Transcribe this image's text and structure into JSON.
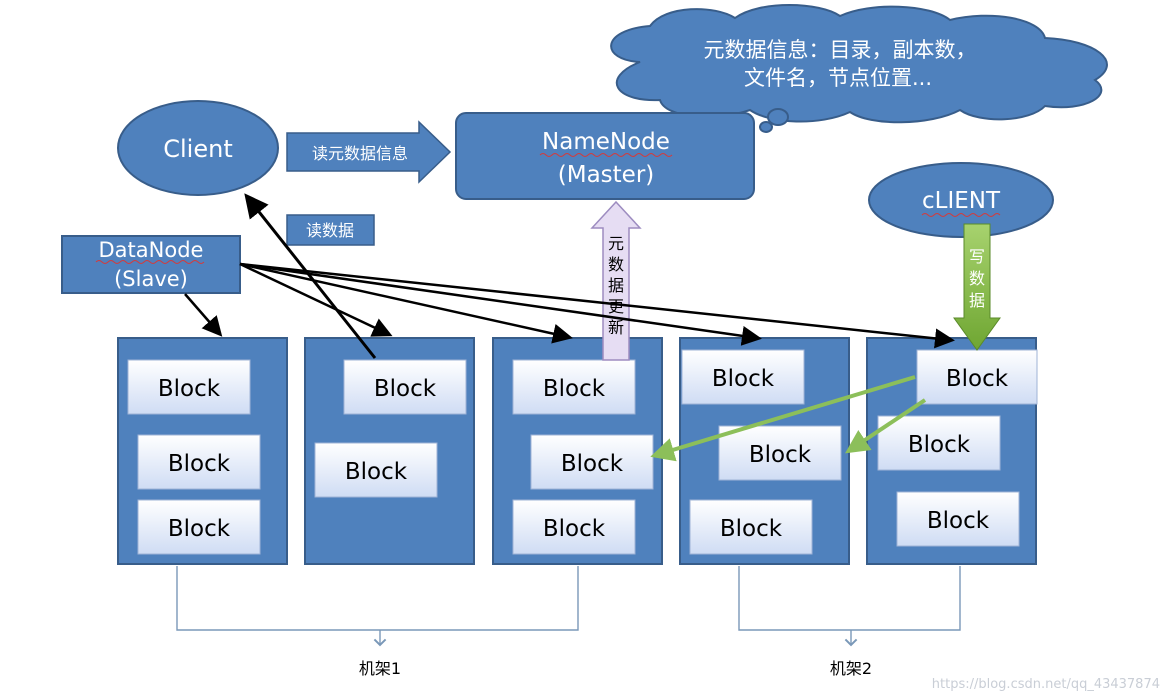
{
  "cloud_text": [
    "元数据信息：目录，副本数，",
    "文件名，节点位置..."
  ],
  "client": "Client",
  "write_client": "cLIENT",
  "namenode": {
    "title": "NameNode",
    "subtitle": "(Master)"
  },
  "datanode": {
    "title": "DataNode",
    "subtitle": "(Slave)"
  },
  "arrows": {
    "read_metadata": "读元数据信息",
    "read_data": "读数据",
    "metadata_update": [
      "元",
      "数",
      "据",
      "更",
      "新"
    ],
    "write_data": [
      "写",
      "数",
      "据"
    ]
  },
  "block_label": "Block",
  "racks": [
    "机架1",
    "机架2"
  ],
  "watermark": "https://blog.csdn.net/qq_43437874",
  "colors": {
    "node_fill": "#4f81bd",
    "node_stroke": "#385d8a",
    "block_fill": "#dce6f8",
    "write_arrow": "#7fb53d",
    "update_arrow": "#e4dcf2"
  }
}
